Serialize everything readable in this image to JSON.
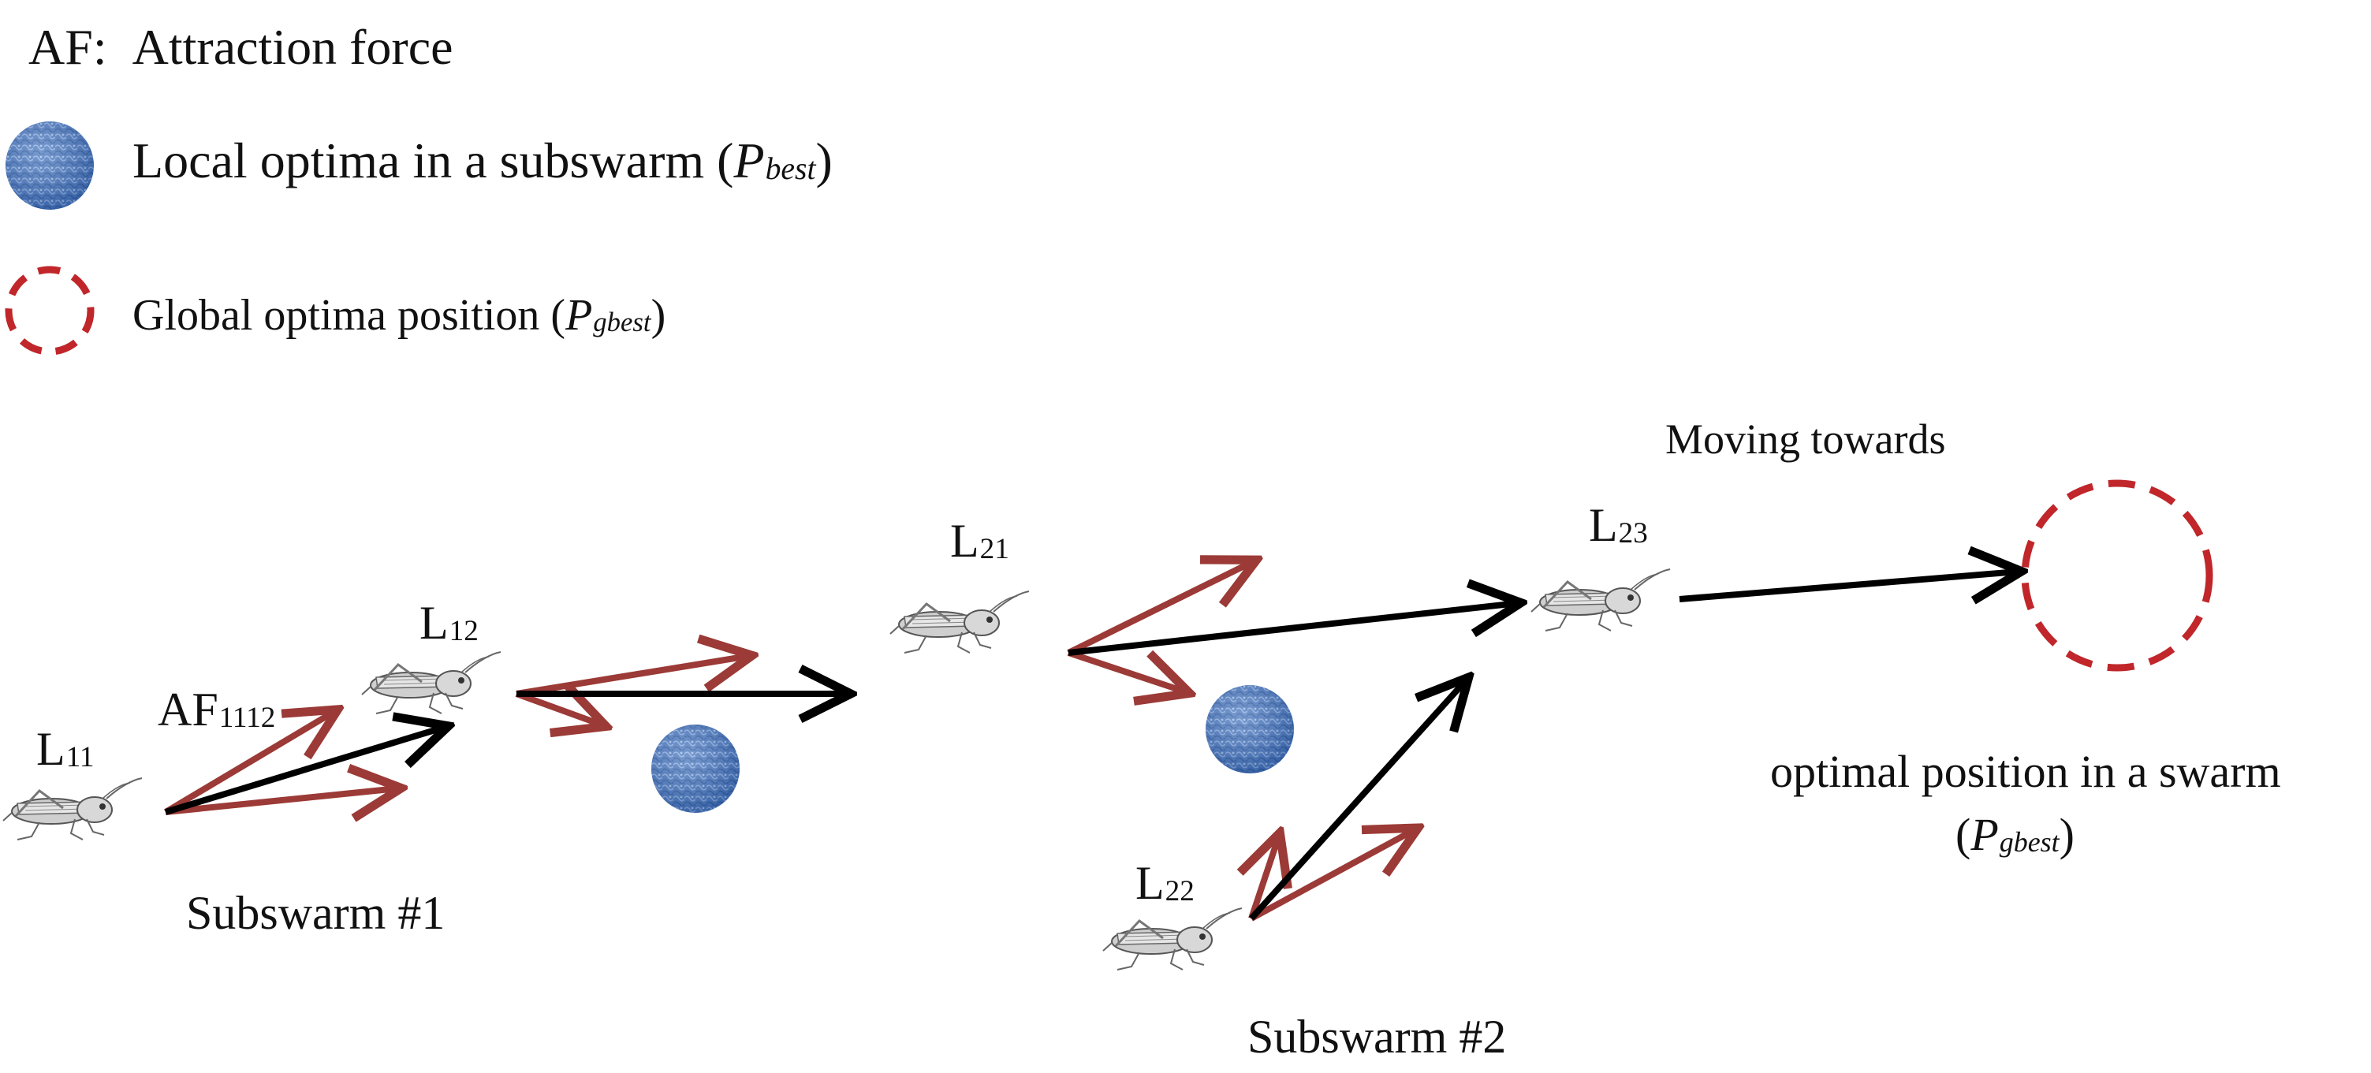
{
  "legend": {
    "af": {
      "prefix": "AF:",
      "text": "Attraction force"
    },
    "local": {
      "text": "Local optima in a subswarm (",
      "sym": "P",
      "sub": "best",
      "close": ")"
    },
    "global": {
      "text": "Global optima position (",
      "sym": "P",
      "sub": "gbest",
      "close": ")"
    }
  },
  "labels": {
    "l11": {
      "main": "L",
      "sub": "11"
    },
    "l12": {
      "main": "L",
      "sub": "12"
    },
    "l21": {
      "main": "L",
      "sub": "21"
    },
    "l22": {
      "main": "L",
      "sub": "22"
    },
    "l23": {
      "main": "L",
      "sub": "23"
    },
    "af1112": {
      "main": "AF",
      "sub": "1112"
    }
  },
  "captions": {
    "subswarm1": "Subswarm #1",
    "subswarm2": "Subswarm #2",
    "moving": "Moving towards",
    "optimal": "optimal position in a swarm",
    "optimal_sym": {
      "open": "(",
      "sym": "P",
      "sub": "gbest",
      "close": ")"
    }
  },
  "colors": {
    "attraction_arrow": "#9b3a36",
    "movement_arrow": "#000000",
    "pbest_fill": "#4a78c0",
    "gbest_dash": "#c0262a"
  },
  "icons": {
    "agent": "grasshopper-icon",
    "pbest": "textured-blue-circle-icon",
    "gbest": "dashed-red-circle-icon"
  }
}
